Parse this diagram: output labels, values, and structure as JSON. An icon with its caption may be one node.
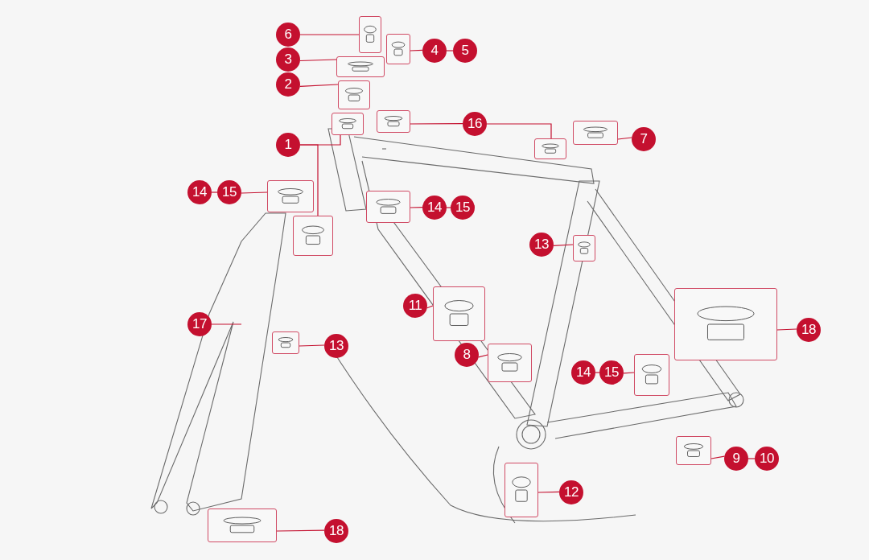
{
  "diagram": {
    "nodes": [
      {
        "text": [
          "6"
        ]
      },
      {
        "text": [],
        "shape": "picture"
      },
      {
        "text": [],
        "shape": "picture"
      },
      {
        "text": [
          "4"
        ]
      },
      {
        "text": [
          "5"
        ]
      },
      {
        "text": [
          "3"
        ]
      },
      {
        "text": [],
        "shape": "picture"
      },
      {
        "text": [
          "2"
        ]
      },
      {
        "text": [],
        "shape": "picture"
      },
      {
        "text": [],
        "shape": "picture"
      },
      {
        "text": [],
        "shape": "picture"
      },
      {
        "text": [
          "16"
        ]
      },
      {
        "text": [],
        "shape": "picture"
      },
      {
        "text": [],
        "shape": "picture"
      },
      {
        "text": [
          "7"
        ]
      },
      {
        "text": [
          "1"
        ]
      },
      {
        "text": [
          "14"
        ]
      },
      {
        "text": [
          "15"
        ]
      },
      {
        "text": [],
        "shape": "picture"
      },
      {
        "text": [],
        "shape": "picture"
      },
      {
        "text": [
          "14"
        ]
      },
      {
        "text": [
          "15"
        ]
      },
      {
        "text": [],
        "shape": "picture"
      },
      {
        "text": [
          "13"
        ]
      },
      {
        "text": [],
        "shape": "picture"
      },
      {
        "text": [
          "11"
        ]
      },
      {
        "text": [],
        "shape": "picture"
      },
      {
        "text": [
          "17"
        ]
      },
      {
        "text": [],
        "shape": "picture"
      },
      {
        "text": [
          "18"
        ]
      },
      {
        "text": [],
        "shape": "picture"
      },
      {
        "text": [
          "13"
        ]
      },
      {
        "text": [
          "8"
        ]
      },
      {
        "text": [],
        "shape": "picture"
      },
      {
        "text": [
          "14"
        ]
      },
      {
        "text": [
          "15"
        ]
      },
      {
        "text": [],
        "shape": "picture"
      },
      {
        "text": [],
        "shape": "picture"
      },
      {
        "text": [
          "9"
        ]
      },
      {
        "text": [
          "10"
        ]
      },
      {
        "text": [],
        "shape": "picture"
      },
      {
        "text": [
          "12"
        ]
      },
      {
        "text": [],
        "shape": "picture"
      },
      {
        "text": [
          "18"
        ]
      }
    ],
    "edges": [
      {
        "from": 0,
        "to": 1,
        "arrow": "none"
      },
      {
        "from": 3,
        "to": 2,
        "arrow": "none"
      },
      {
        "from": 4,
        "to": 3,
        "arrow": "none"
      },
      {
        "from": 5,
        "to": 6,
        "arrow": "none"
      },
      {
        "from": 7,
        "to": 8,
        "arrow": "none"
      },
      {
        "from": 15,
        "to": 9,
        "arrow": "none"
      },
      {
        "from": 15,
        "to": 22,
        "arrow": "none"
      },
      {
        "from": 11,
        "to": 10,
        "arrow": "none"
      },
      {
        "from": 11,
        "to": 12,
        "arrow": "none"
      },
      {
        "from": 14,
        "to": 13,
        "arrow": "none"
      },
      {
        "from": 17,
        "to": 18,
        "arrow": "none"
      },
      {
        "from": 16,
        "to": 17,
        "arrow": "none"
      },
      {
        "from": 20,
        "to": 19,
        "arrow": "none"
      },
      {
        "from": 21,
        "to": 20,
        "arrow": "none"
      },
      {
        "from": 23,
        "to": 24,
        "arrow": "none"
      },
      {
        "from": 25,
        "to": 26,
        "arrow": "none"
      },
      {
        "from": 27,
        "to": null,
        "arrow": "none"
      },
      {
        "from": 29,
        "to": 28,
        "arrow": "none"
      },
      {
        "from": 31,
        "to": 30,
        "arrow": "none"
      },
      {
        "from": 32,
        "to": 33,
        "arrow": "none"
      },
      {
        "from": 35,
        "to": 36,
        "arrow": "none"
      },
      {
        "from": 34,
        "to": 35,
        "arrow": "none"
      },
      {
        "from": 38,
        "to": 37,
        "arrow": "none"
      },
      {
        "from": 39,
        "to": 38,
        "arrow": "none"
      },
      {
        "from": 41,
        "to": 40,
        "arrow": "none"
      },
      {
        "from": 43,
        "to": 42,
        "arrow": "none"
      }
    ]
  }
}
